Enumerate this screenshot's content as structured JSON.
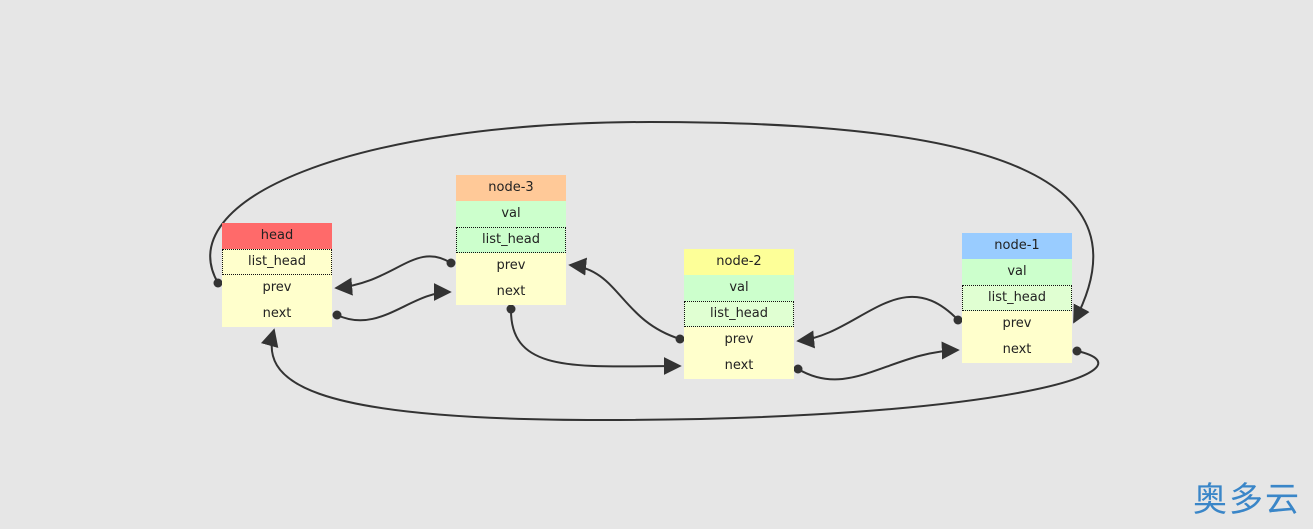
{
  "nodes": {
    "head": {
      "title": "head",
      "list_head": "list_head",
      "prev": "prev",
      "next": "next"
    },
    "node3": {
      "title": "node-3",
      "val": "val",
      "list_head": "list_head",
      "prev": "prev",
      "next": "next"
    },
    "node2": {
      "title": "node-2",
      "val": "val",
      "list_head": "list_head",
      "prev": "prev",
      "next": "next"
    },
    "node1": {
      "title": "node-1",
      "val": "val",
      "list_head": "list_head",
      "prev": "prev",
      "next": "next"
    }
  },
  "edges": [
    {
      "from": "head.next",
      "to": "node3.next"
    },
    {
      "from": "node3.prev",
      "to": "head.prev"
    },
    {
      "from": "node3.next",
      "to": "node2.next"
    },
    {
      "from": "node2.prev",
      "to": "node3.prev"
    },
    {
      "from": "node2.next",
      "to": "node1.next"
    },
    {
      "from": "node1.prev",
      "to": "node2.prev"
    },
    {
      "from": "node1.next",
      "to": "head.next"
    },
    {
      "from": "head.prev",
      "to": "node1.prev"
    }
  ],
  "colors": {
    "head": "#ff6a6a",
    "node3": "#ffc998",
    "node2": "#fdff98",
    "node1": "#99ccff",
    "val": "#ccffcc",
    "field": "#ffffcc",
    "line": "#333333"
  },
  "watermark": "奥多云"
}
